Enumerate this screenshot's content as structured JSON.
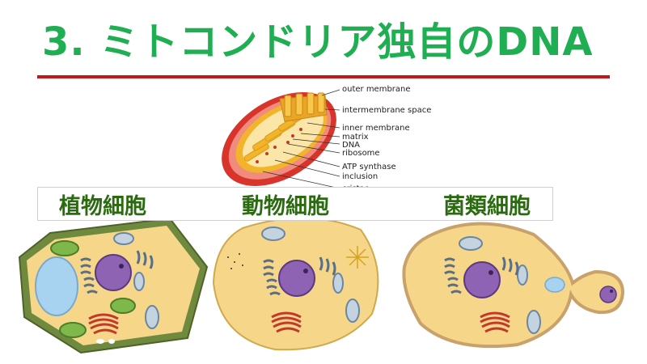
{
  "title": "3. ミトコンドリア独自のDNA",
  "mito_labels": [
    "outer membrane",
    "intermembrane space",
    "inner membrane",
    "matrix",
    "DNA",
    "ribosome",
    "ATP synthase",
    "inclusion",
    "cristae"
  ],
  "cells": [
    {
      "label": "植物細胞"
    },
    {
      "label": "動物細胞"
    },
    {
      "label": "菌類細胞"
    }
  ],
  "colors": {
    "title": "#1fae52",
    "rule": "#c0181b",
    "cell_label": "#2b6b10",
    "cytoplasm": "#f6d78a",
    "nucleus": "#8e63b4",
    "mito_outer": "#d9342b",
    "mito_inner": "#f2b42a"
  }
}
